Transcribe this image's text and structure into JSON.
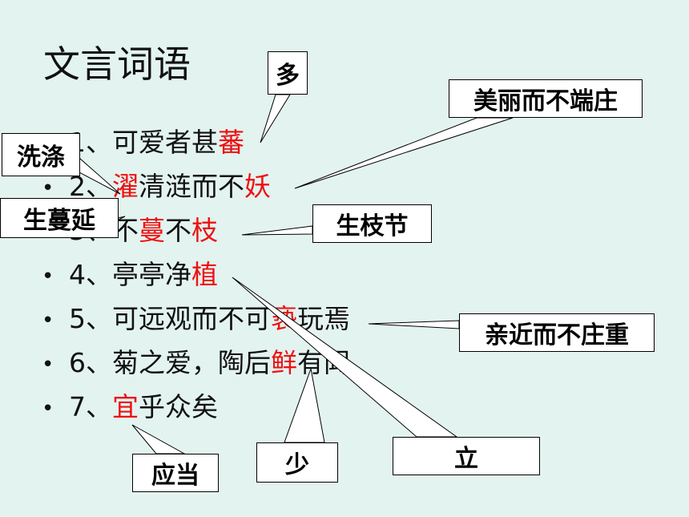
{
  "title": "文言词语",
  "bullet_glyph": "•",
  "lines": [
    {
      "num": "1、",
      "parts": [
        "可爱者甚",
        "蕃",
        ""
      ]
    },
    {
      "num": "2、",
      "parts": [
        "",
        "濯",
        "清涟而不",
        "妖",
        ""
      ]
    },
    {
      "num": "3、",
      "parts": [
        "不",
        "蔓",
        "不",
        "枝",
        ""
      ]
    },
    {
      "num": "4、",
      "parts": [
        "亭亭净",
        "植",
        ""
      ]
    },
    {
      "num": "5、",
      "parts": [
        "可远观而不可",
        "亵",
        "玩焉"
      ]
    },
    {
      "num": "6、",
      "parts": [
        "菊之爱，陶后",
        "鲜",
        "有闻"
      ]
    },
    {
      "num": "7、",
      "parts": [
        "",
        "宜",
        "乎众矣"
      ]
    }
  ],
  "callouts": {
    "duo": "多",
    "mei_li": "美丽而不端庄",
    "xi_di": "洗涤",
    "sheng_man_yan": "生蔓延",
    "sheng_zhi_jie": "生枝节",
    "qin_jin": "亲近而不庄重",
    "shao": "少",
    "li": "立",
    "ying_dang": "应当"
  },
  "colors": {
    "background": "#e3f3f0",
    "highlight": "#ee1111",
    "text": "#111111"
  }
}
